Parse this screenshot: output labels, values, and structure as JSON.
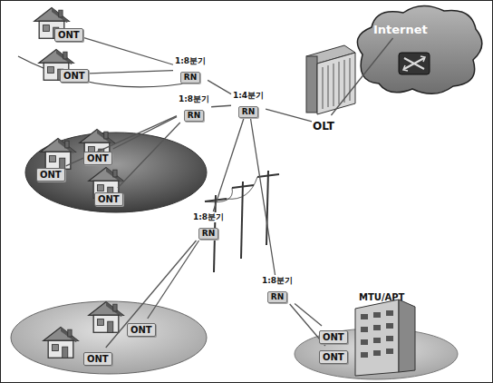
{
  "diagram": {
    "nodes": [
      {
        "text": [
          "ONT"
        ]
      },
      {
        "text": [
          "ONT"
        ]
      },
      {
        "text": [
          "1:8분기",
          "RN"
        ]
      },
      {
        "text": [
          "1:4분기",
          "RN"
        ]
      },
      {
        "text": [
          "1:8분기",
          "RN"
        ]
      },
      {
        "text": [
          "OLT"
        ]
      },
      {
        "text": [
          "Internet"
        ]
      },
      {
        "text": [
          "ONT"
        ]
      },
      {
        "text": [
          "ONT"
        ]
      },
      {
        "text": [
          "ONT"
        ]
      },
      {
        "text": [
          "1:8분기",
          "RN"
        ]
      },
      {
        "text": [
          "1:8분기",
          "RN"
        ]
      },
      {
        "text": [
          "ONT"
        ]
      },
      {
        "text": [
          "ONT"
        ]
      },
      {
        "text": [
          "ONT"
        ]
      },
      {
        "text": [
          "ONT"
        ]
      }
    ],
    "edges": [
      {
        "from": 0,
        "to": 2,
        "arrow": "none"
      },
      {
        "from": 1,
        "to": 2,
        "arrow": "none"
      },
      {
        "from": 2,
        "to": 3,
        "arrow": "none"
      },
      {
        "from": 4,
        "to": 3,
        "arrow": "none"
      },
      {
        "from": 3,
        "to": 5,
        "arrow": "none"
      },
      {
        "from": 5,
        "to": 6,
        "arrow": "none"
      },
      {
        "from": 7,
        "to": 4,
        "arrow": "none"
      },
      {
        "from": 8,
        "to": 4,
        "arrow": "none"
      },
      {
        "from": 9,
        "to": 4,
        "arrow": "none"
      },
      {
        "from": 10,
        "to": 3,
        "arrow": "none"
      },
      {
        "from": 11,
        "to": 3,
        "arrow": "none"
      },
      {
        "from": 12,
        "to": 10,
        "arrow": "none"
      },
      {
        "from": 13,
        "to": 10,
        "arrow": "none"
      },
      {
        "from": 14,
        "to": 11,
        "arrow": "none"
      },
      {
        "from": 15,
        "to": 11,
        "arrow": "none"
      }
    ],
    "labels": [
      "MTU/APT"
    ]
  }
}
